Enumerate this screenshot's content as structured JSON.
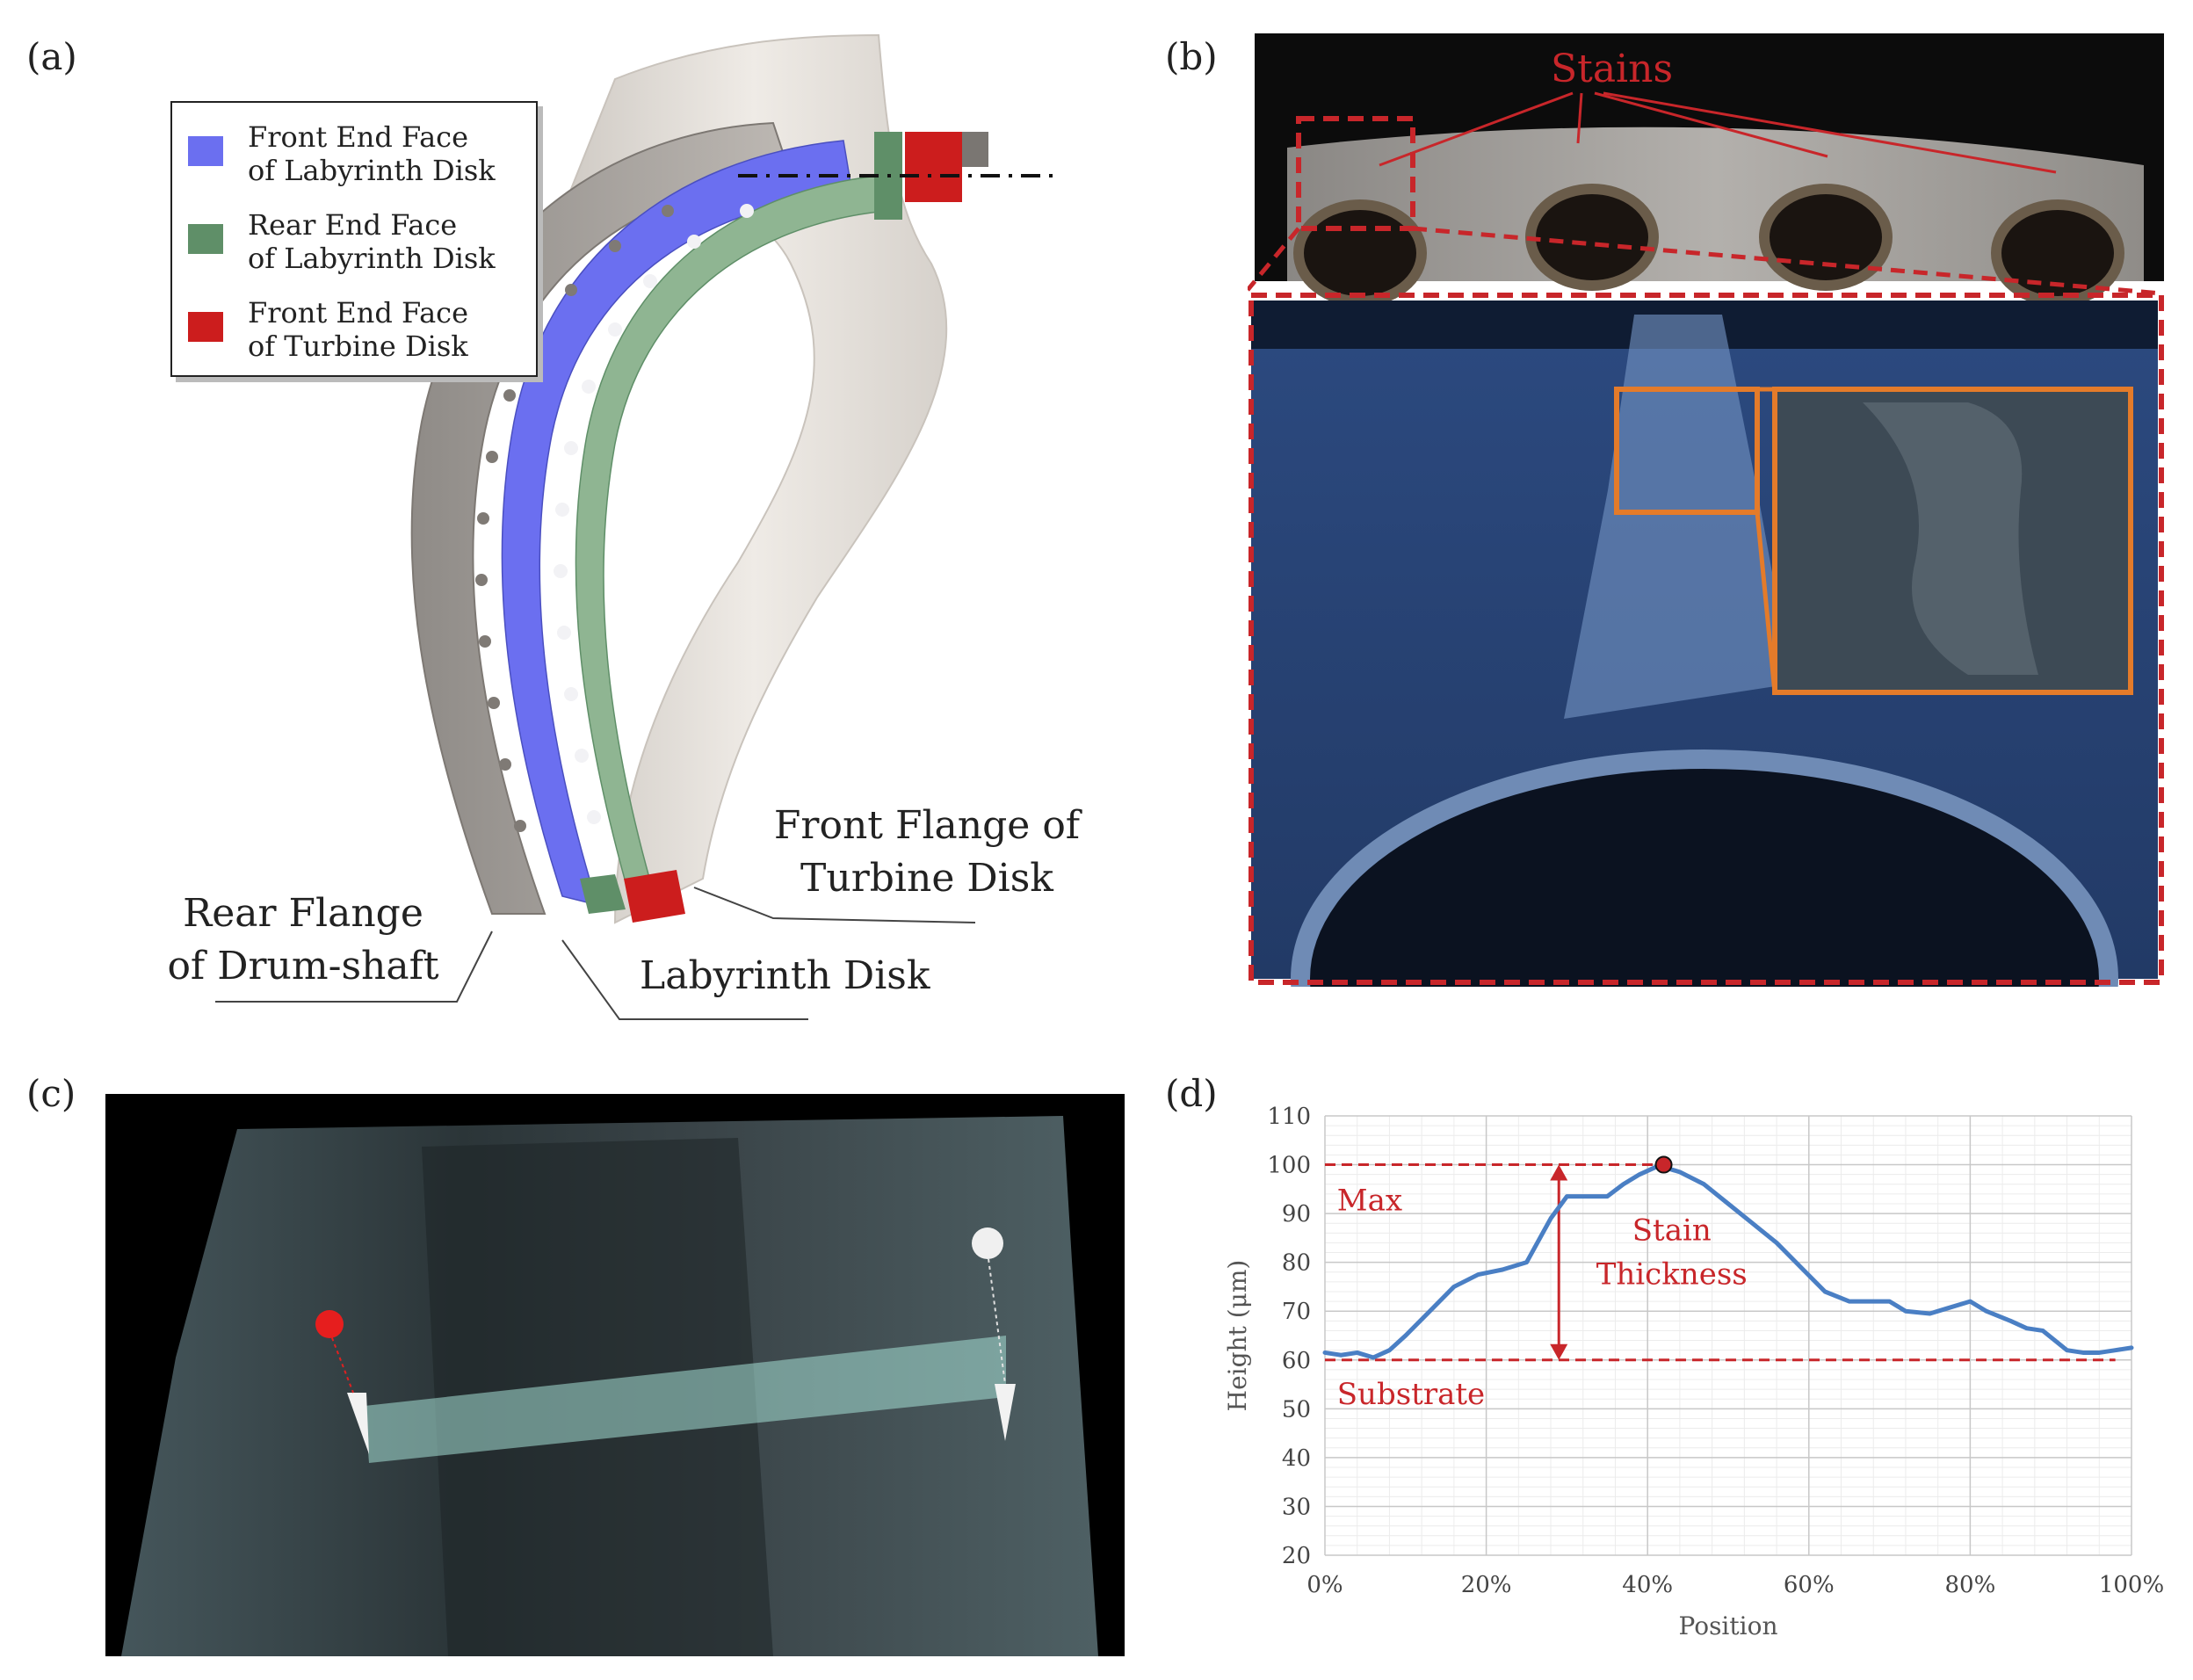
{
  "panels": {
    "a": "(a)",
    "b": "(b)",
    "c": "(c)",
    "d": "(d)"
  },
  "panel_a": {
    "legend": [
      {
        "line1": "Front End Face",
        "line2": "of Labyrinth Disk",
        "color": "#6b6ff0"
      },
      {
        "line1": "Rear End Face",
        "line2": "of Labyrinth Disk",
        "color": "#5f8f68"
      },
      {
        "line1": "Front End Face",
        "line2": "of Turbine Disk",
        "color": "#cc1d1d"
      }
    ],
    "callouts": {
      "front_flange_1": "Front Flange of",
      "front_flange_2": "Turbine Disk",
      "rear_flange_1": "Rear Flange",
      "rear_flange_2": "of Drum-shaft",
      "labyrinth": "Labyrinth Disk"
    }
  },
  "panel_b": {
    "stains_label": "Stains",
    "accent_red": "#c8262a",
    "accent_orange": "#e47b2a"
  },
  "chart_data": {
    "type": "line",
    "xlabel": "Position",
    "ylabel": "Height (μm)",
    "ylim": [
      20,
      110
    ],
    "xlim": [
      0,
      100
    ],
    "yticks": [
      20,
      30,
      40,
      50,
      60,
      70,
      80,
      90,
      100,
      110
    ],
    "xticks": [
      0,
      20,
      40,
      60,
      80,
      100
    ],
    "xtick_labels": [
      "0%",
      "20%",
      "40%",
      "60%",
      "80%",
      "100%"
    ],
    "grid": true,
    "series": [
      {
        "x": [
          0,
          2,
          4,
          6,
          8,
          10,
          13,
          16,
          19,
          22,
          25,
          27,
          28,
          30,
          32,
          35,
          37,
          39,
          41,
          42,
          44,
          47,
          50,
          53,
          56,
          59,
          62,
          65,
          67,
          70,
          72,
          75,
          77,
          80,
          82,
          85,
          87,
          89,
          92,
          94,
          96,
          98,
          100
        ],
        "y": [
          61.5,
          61,
          61.5,
          60.5,
          62,
          65,
          70,
          75,
          77.5,
          78.5,
          80,
          86,
          89,
          93.5,
          93.5,
          93.5,
          96,
          98,
          99.5,
          99.5,
          98.5,
          96,
          92,
          88,
          84,
          79,
          74,
          72,
          72,
          72,
          70,
          69.5,
          70.5,
          72,
          70,
          68,
          66.5,
          66,
          62,
          61.5,
          61.5,
          62,
          62.5
        ],
        "color": "#4a7fc4"
      }
    ],
    "annotations": {
      "max_label": "Max",
      "max_value": 100,
      "substrate_label": "Substrate",
      "substrate_value": 60,
      "thickness_line1": "Stain",
      "thickness_line2": "Thickness",
      "arrow_x": 29,
      "peak_x": 42,
      "peak_y": 100,
      "line_color": "#c8262a"
    }
  }
}
